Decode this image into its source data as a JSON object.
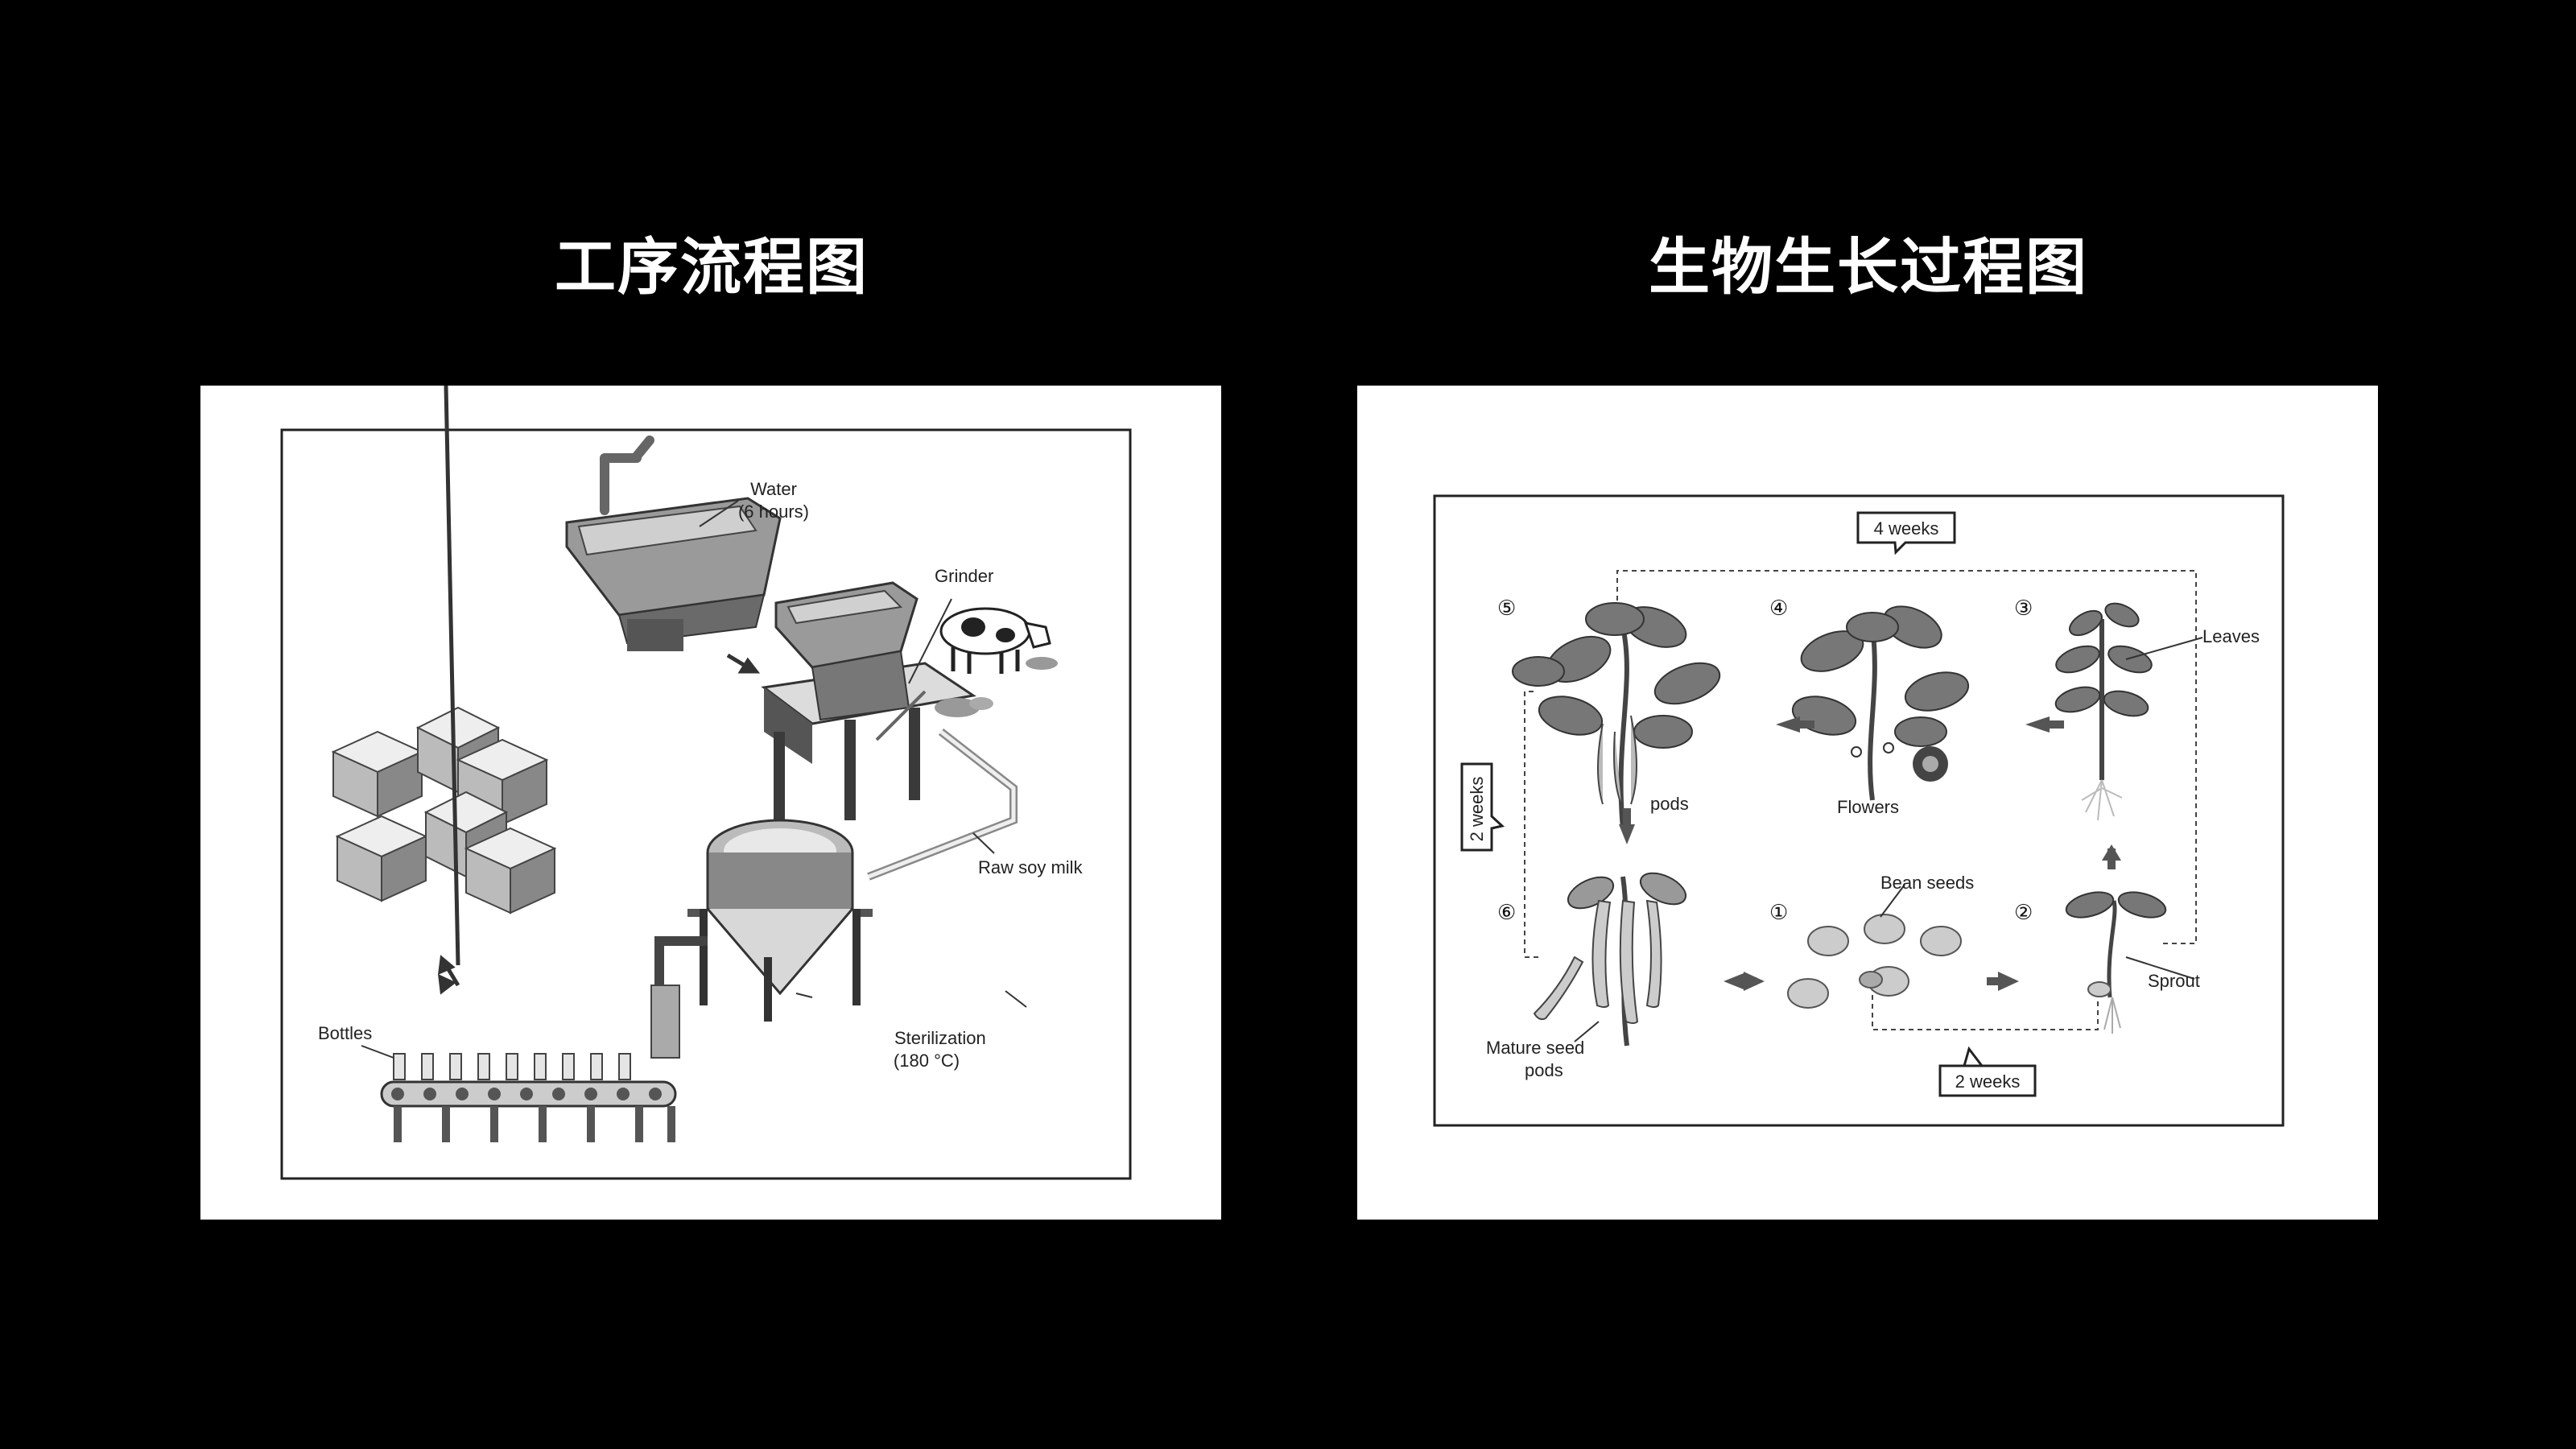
{
  "headings": {
    "process": "工序流程图",
    "growth": "生物生长过程图"
  },
  "process_diagram": {
    "labels": {
      "water": "Water",
      "water_time": "(6 hours)",
      "grinder": "Grinder",
      "raw_milk": "Raw soy milk",
      "sterilization": "Sterilization",
      "sterilization_temp": "(180 °C)",
      "bottles": "Bottles"
    }
  },
  "growth_diagram": {
    "durations": {
      "top": "4 weeks",
      "left": "2 weeks",
      "bottom": "2 weeks"
    },
    "stages": [
      {
        "num": "①",
        "label": "Bean seeds"
      },
      {
        "num": "②",
        "label": "Sprout"
      },
      {
        "num": "③",
        "label": "Leaves"
      },
      {
        "num": "④",
        "label": "Flowers"
      },
      {
        "num": "⑤",
        "label": "pods"
      },
      {
        "num": "⑥",
        "label_line1": "Mature seed",
        "label_line2": "pods"
      }
    ]
  }
}
